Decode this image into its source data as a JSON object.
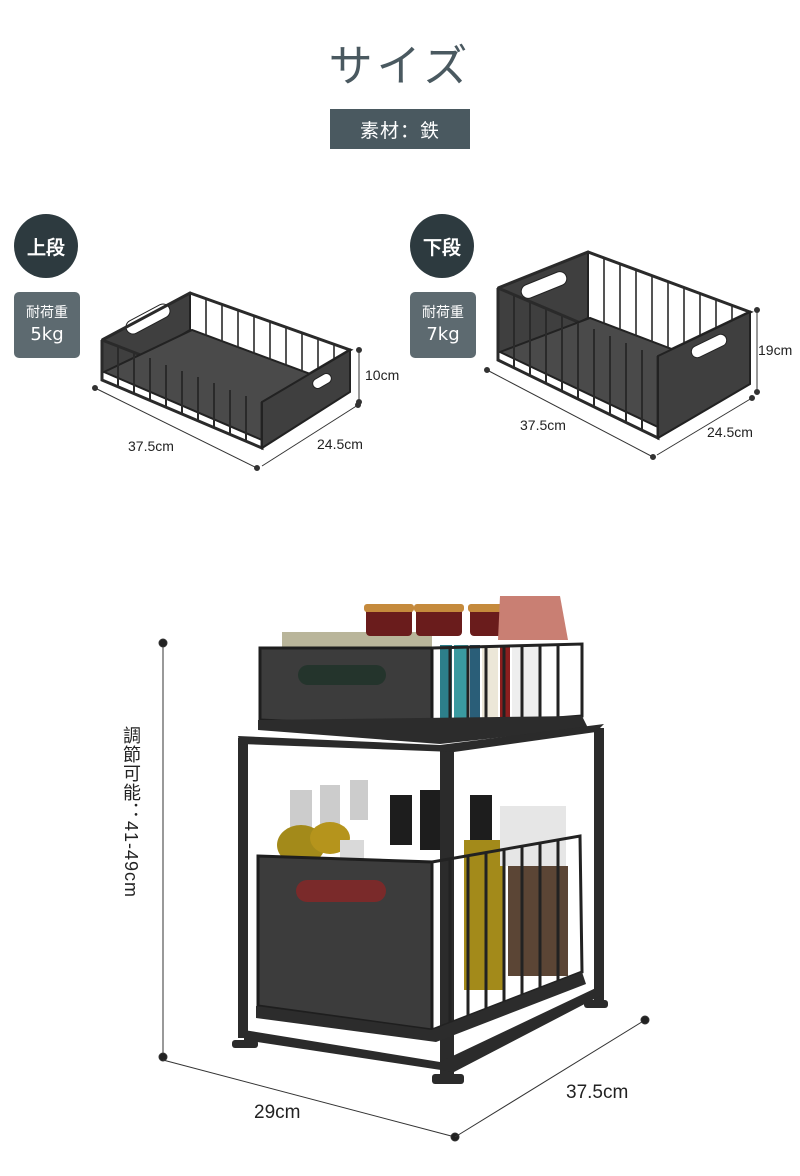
{
  "header": {
    "title": "サイズ",
    "material": "素材：鉄"
  },
  "upper": {
    "label": "上段",
    "load_label": "耐荷重",
    "load_value": "5kg",
    "height": "10cm",
    "length": "37.5cm",
    "width": "24.5cm"
  },
  "lower": {
    "label": "下段",
    "load_label": "耐荷重",
    "load_value": "7kg",
    "height": "19cm",
    "length": "37.5cm",
    "width": "24.5cm"
  },
  "rack": {
    "height_label": "調節可能：41-49cm",
    "width": "29cm",
    "depth": "37.5cm"
  }
}
